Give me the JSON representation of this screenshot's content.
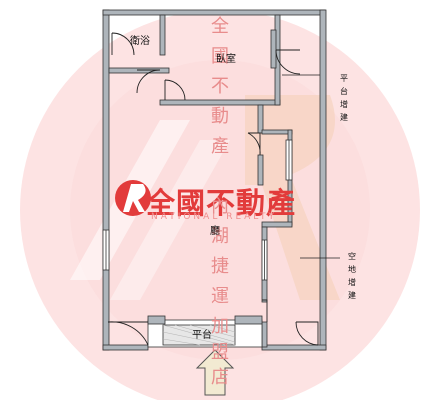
{
  "watermark": {
    "brand_name": "全國不動產",
    "brand_sub": "NATIONAL REALTY",
    "branch_chars": [
      "全",
      "國",
      "不",
      "動",
      "產",
      "內",
      "湖",
      "捷",
      "運",
      "加",
      "盟",
      "店"
    ],
    "colors": {
      "disc": "#fde0e0",
      "disc_inner": "#fbd0d0",
      "logo": "#e23b3b",
      "accent": "#f2c9a6"
    }
  },
  "rooms": {
    "bathroom": "衛浴",
    "bedroom": "臥室",
    "living": "廳",
    "balcony": "平台"
  },
  "notes": {
    "platform_addition": "平台增建",
    "vacant_addition": "空地增建"
  },
  "colors": {
    "wall": "#333333",
    "wall_fill": "#aeb5bb",
    "door": "#222222"
  }
}
